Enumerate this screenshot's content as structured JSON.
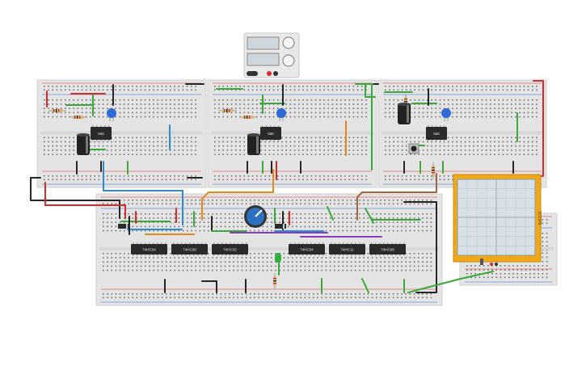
{
  "canvas": {
    "background": "#ffffff"
  },
  "colors": {
    "breadboard": "#e4e4e4",
    "breadboard_edge": "#cfcfcf",
    "hole": "#6f6f6f",
    "rail_red": "#d9352b",
    "rail_blue": "#2b6fd0",
    "wire_green": "#3aa83a",
    "wire_red": "#d72a2a",
    "wire_black": "#262626",
    "wire_blue": "#2d8bd6",
    "wire_orange": "#e58a1a",
    "wire_brown": "#a0673a",
    "wire_purple": "#8a3bb8",
    "chip": "#2a2a2a",
    "scope_frame": "#f0a81a",
    "scope_screen": "#d7e0e6",
    "pot": "#2d6fc0",
    "cap_ceramic": "#2e6cd4",
    "cap_electrolytic": "#222222"
  },
  "components": {
    "timers": [
      "555",
      "555",
      "555"
    ],
    "logic_chips": [
      "74HC04",
      "74HC08",
      "74HC32",
      "74HC04",
      "74HC11",
      "74HC08"
    ],
    "oscilloscope_label": "SCOPE",
    "power_supply": "power-supply"
  }
}
